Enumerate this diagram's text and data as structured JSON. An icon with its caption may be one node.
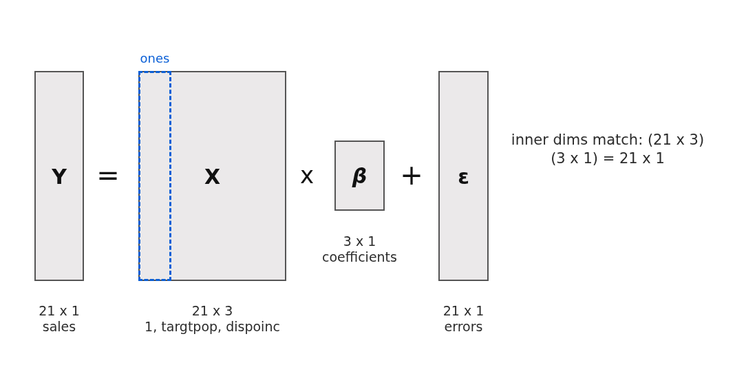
{
  "diagram": {
    "nodes": [
      {
        "text": [
          "Y"
        ],
        "beside": [
          "21 x 1",
          "sales"
        ]
      },
      {
        "text": [
          "X"
        ],
        "beside": [
          "21 x 3",
          "1, targtpop, dispoinc"
        ]
      },
      {
        "text": [
          "ones"
        ],
        "in": 1
      },
      {
        "text": [
          "β"
        ],
        "beside": [
          "3 x 1",
          "coefficients"
        ]
      },
      {
        "text": [
          "ε"
        ],
        "beside": [
          "21 x 1",
          "errors"
        ]
      }
    ],
    "labels": [
      "=",
      "x",
      "+",
      "inner dims match: (21 x 3)(3 x 1) = 21 x 1"
    ]
  }
}
